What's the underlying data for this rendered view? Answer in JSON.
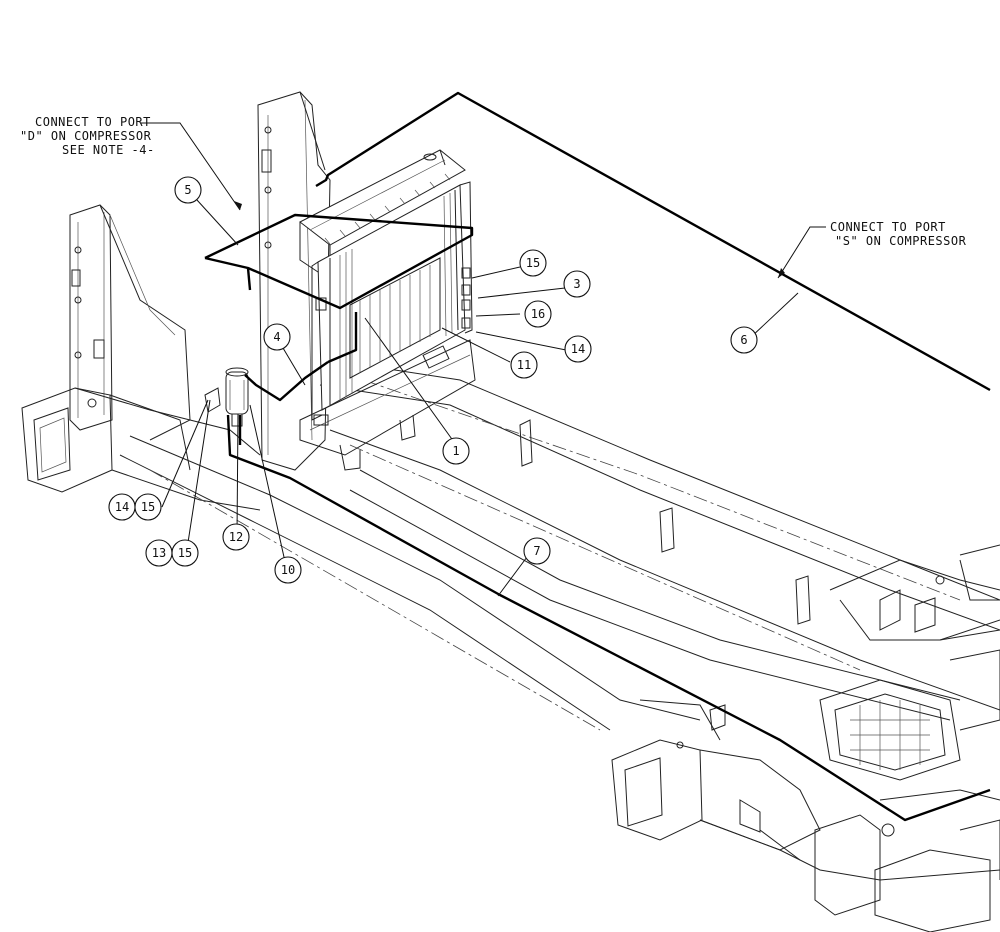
{
  "notes": {
    "port_d_line1": "CONNECT TO PORT",
    "port_d_line2": "\"D\" ON COMPRESSOR",
    "port_d_line3": "SEE NOTE -4-",
    "port_s_line1": "CONNECT TO PORT",
    "port_s_line2": "\"S\" ON COMPRESSOR"
  },
  "balloons": [
    "5",
    "4",
    "15",
    "3",
    "16",
    "14",
    "11",
    "1",
    "6",
    "7",
    "12",
    "10",
    "14",
    "15",
    "13",
    "15"
  ]
}
